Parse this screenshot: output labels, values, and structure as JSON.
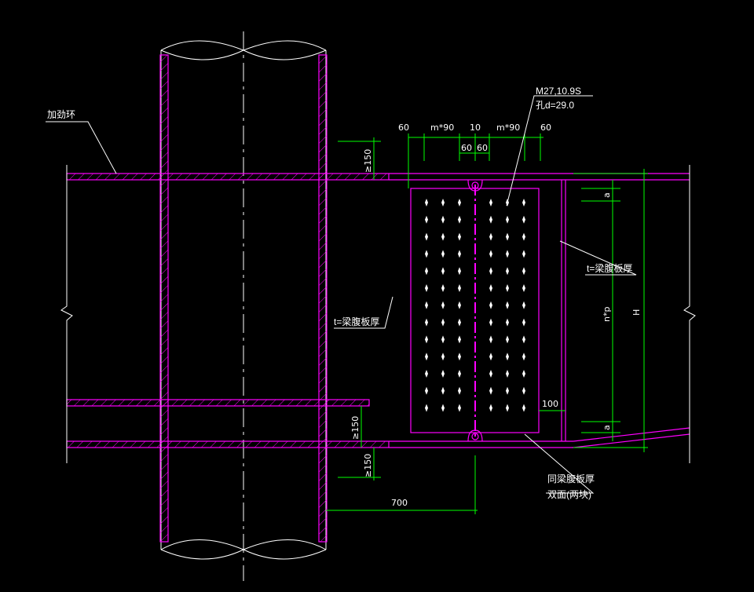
{
  "colors": {
    "background": "#000000",
    "steel": "#ff00ff",
    "dimension": "#00ff00",
    "text": "#ffffff",
    "centerline": "#ffffff",
    "column_outline": "#ffffff"
  },
  "labels": {
    "stiffener_ring": "加劲环",
    "bolt_spec": "M27,10.9S",
    "hole_dia": "孔d=29.0",
    "web_thickness_1": "t=梁腹板厚",
    "web_thickness_2": "t=梁腹板厚",
    "splice_plate_line1": "同梁腹板厚",
    "splice_plate_line2": "双面(两块)"
  },
  "dimensions": {
    "top_60_left": "60",
    "top_m90_left": "m*90",
    "top_10": "10",
    "top_m90_right": "m*90",
    "top_60_right": "60",
    "gap_60_left": "60",
    "gap_60_right": "60",
    "min150_top": "≥150",
    "min150_mid": "≥150",
    "min150_bottom": "≥150",
    "dim_100": "100",
    "dim_700": "700",
    "dim_a_top": "a",
    "dim_a_bottom": "a",
    "dim_np": "n*p",
    "dim_H": "H"
  },
  "bolt_grid": {
    "columns": 6,
    "rows": 13
  }
}
